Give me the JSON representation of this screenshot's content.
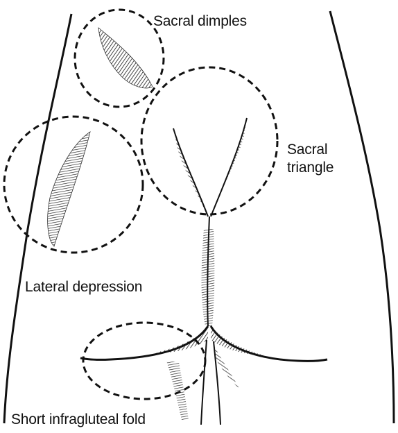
{
  "labels": {
    "sacral_dimples": "Sacral dimples",
    "sacral_triangle_line1": "Sacral",
    "sacral_triangle_line2": "triangle",
    "lateral_depression": "Lateral depression",
    "short_infragluteal_fold": "Short infragluteal fold"
  },
  "colors": {
    "ink": "#111111",
    "background": "#ffffff"
  }
}
